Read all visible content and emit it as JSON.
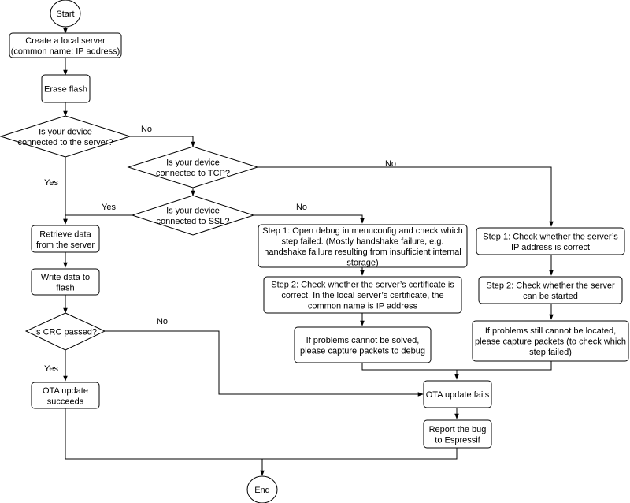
{
  "nodes": {
    "start": [
      "Start"
    ],
    "create_server": [
      "Create a local server",
      "(common name: IP address)"
    ],
    "erase_flash": [
      "Erase flash"
    ],
    "q_connected_server": [
      "Is your device",
      "connected to the server?"
    ],
    "q_connected_tcp": [
      "Is your device",
      "connected to TCP?"
    ],
    "q_connected_ssl": [
      "Is your device",
      "connected to SSL?"
    ],
    "retrieve_data": [
      "Retrieve data",
      "from the server"
    ],
    "write_data": [
      "Write data to",
      "flash"
    ],
    "q_crc": [
      "Is CRC passed?"
    ],
    "ota_succeeds": [
      "OTA update",
      "succeeds"
    ],
    "ssl_step1": [
      "Step 1: Open debug in menuconfig and check which",
      "step failed. (Mostly handshake failure, e.g.",
      "handshake failure resulting from insufficient internal",
      "storage)"
    ],
    "ssl_step2": [
      "Step 2: Check whether the server’s certificate is",
      "correct. In the local server’s certificate, the",
      "common name is IP address"
    ],
    "ssl_capture": [
      "If problems cannot be solved,",
      "please capture packets to debug"
    ],
    "tcp_step1": [
      "Step 1: Check whether the server’s",
      "IP address is correct"
    ],
    "tcp_step2": [
      "Step 2: Check whether the server",
      "can be started"
    ],
    "tcp_capture": [
      "If problems still cannot be located,",
      "please capture packets (to check which",
      "step failed)"
    ],
    "ota_fails": [
      "OTA update fails"
    ],
    "report_bug": [
      "Report the bug",
      "to Espressif"
    ],
    "end": [
      "End"
    ]
  },
  "edge_labels": {
    "server_no": "No",
    "server_yes": "Yes",
    "tcp_no": "No",
    "ssl_yes": "Yes",
    "ssl_no": "No",
    "crc_no": "No",
    "crc_yes": "Yes"
  }
}
